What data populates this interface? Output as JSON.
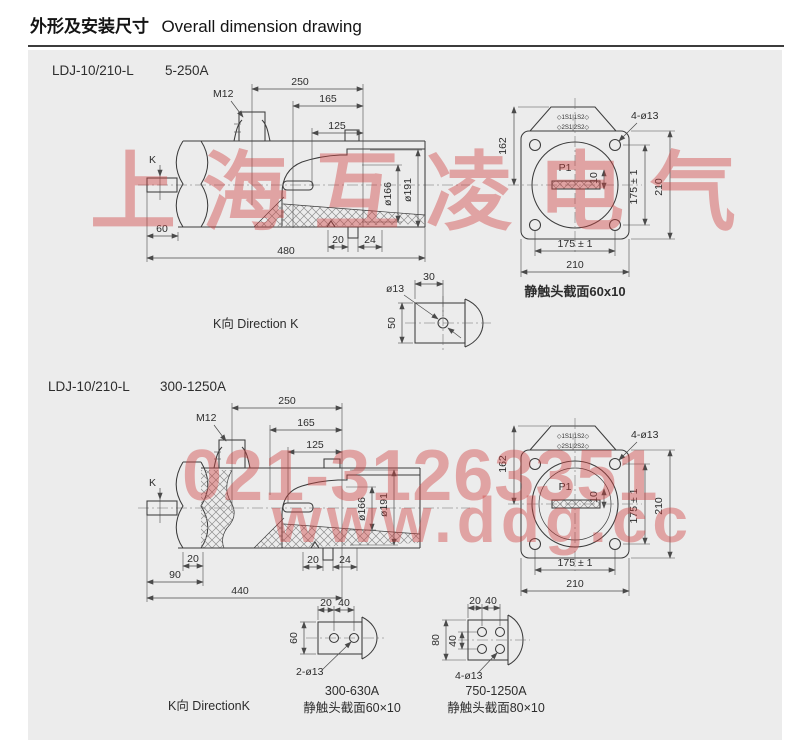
{
  "page": {
    "title_zh": "外形及安装尺寸",
    "title_en": "Overall dimension drawing"
  },
  "watermark": {
    "line1": "上海互凌电气",
    "line2": "021-31263351",
    "line3": "www.ddg.cc",
    "color": "#d0413f"
  },
  "s1": {
    "model": "LDJ-10/210-L",
    "range": "5-250A",
    "dims": {
      "d250": "250",
      "d165": "165",
      "d125": "125",
      "m12": "M12",
      "k": "K",
      "d60": "60",
      "d480": "480",
      "d20": "20",
      "d24": "24",
      "d166": "ø166",
      "d191": "ø191"
    },
    "flange": {
      "d162": "162",
      "holes": "4-ø13",
      "t1": "◇1S1|1S2◇",
      "t2": "◇2S1|2S2◇",
      "p1": "P1",
      "d10": "10",
      "v175": "175 ± 1",
      "v210": "210",
      "h175": "175 ± 1",
      "h210": "210",
      "caption": "静触头截面60x10"
    },
    "kview": {
      "caption": "K向 Direction K",
      "d13": "ø13",
      "d30": "30",
      "d50": "50"
    }
  },
  "s2": {
    "model": "LDJ-10/210-L",
    "range": "300-1250A",
    "dims": {
      "d250": "250",
      "d165": "165",
      "d125": "125",
      "m12": "M12",
      "k": "K",
      "d20l": "20",
      "d90": "90",
      "d440": "440",
      "d20": "20",
      "d24": "24",
      "d166": "ø166",
      "d191": "ø191"
    },
    "flange": {
      "d162": "162",
      "holes": "4-ø13",
      "t1": "◇1S1|1S2◇",
      "t2": "◇2S1|2S2◇",
      "p1": "P1",
      "d10": "10",
      "v175": "175 ± 1",
      "v210": "210",
      "h175": "175 ± 1",
      "h210": "210"
    },
    "kcaption": "K向 DirectionK",
    "c1": {
      "title": "300-630A",
      "caption": "静触头截面60×10",
      "d20": "20",
      "d40": "40",
      "d60": "60",
      "holes": "2-ø13"
    },
    "c2": {
      "title": "750-1250A",
      "caption": "静触头截面80×10",
      "d20": "20",
      "d40": "40",
      "d80": "80",
      "d40i": "40",
      "holes": "4-ø13"
    }
  }
}
